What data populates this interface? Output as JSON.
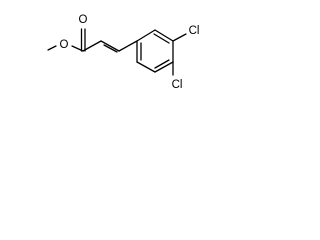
{
  "molecule": {
    "atoms": {
      "carbonyl_oxygen": "O",
      "ester_oxygen": "O",
      "chlorine_3": "Cl",
      "chlorine_4": "Cl"
    },
    "colors": {
      "bond": "#000000",
      "label": "#000000",
      "background": "#ffffff"
    }
  }
}
